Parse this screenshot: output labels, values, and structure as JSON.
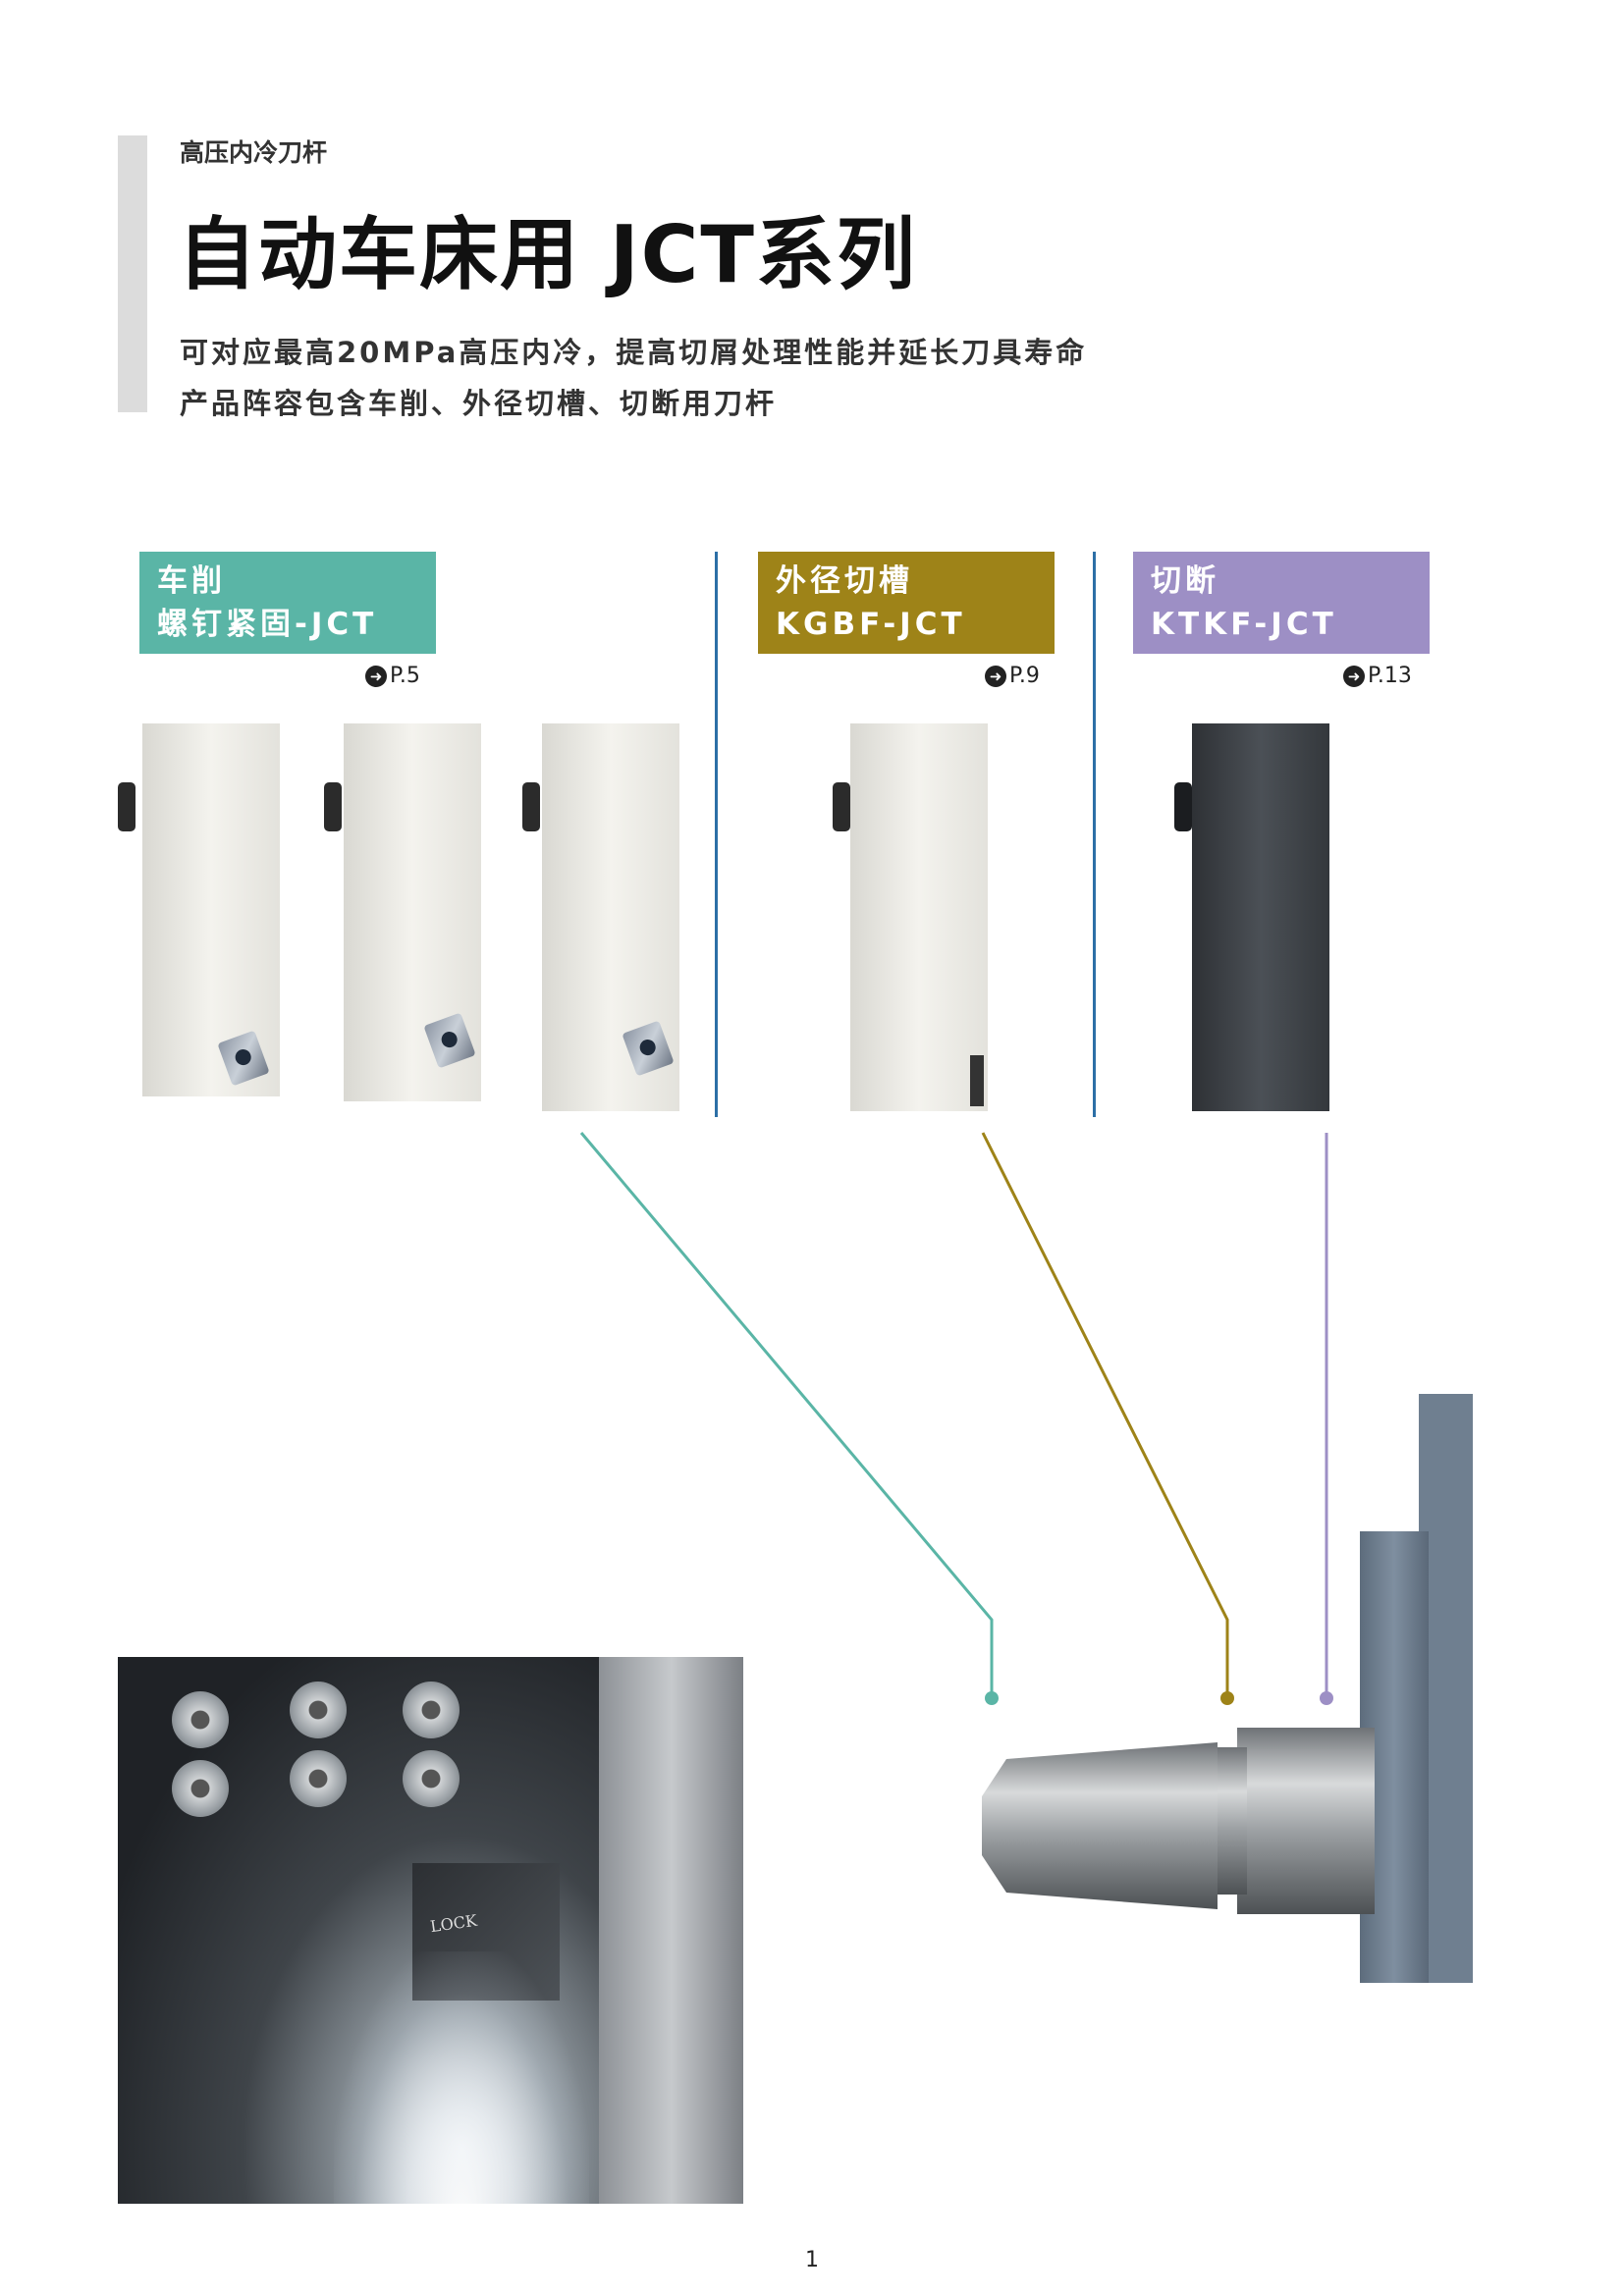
{
  "header": {
    "supertitle": "高压内冷刀杆",
    "title": "自动车床用 JCT系列",
    "subtitle_line1": "可对应最高20MPa高压内冷，提高切屑处理性能并延长刀具寿命",
    "subtitle_line2": "产品阵容包含车削、外径切槽、切断用刀杆"
  },
  "categories": [
    {
      "line1": "车削",
      "line2": "螺钉紧固-JCT",
      "page_ref": "P.5",
      "color": "#5ab5a6"
    },
    {
      "line1": "外径切槽",
      "line2": "KGBF-JCT",
      "page_ref": "P.9",
      "color": "#9e8318"
    },
    {
      "line1": "切断",
      "line2": "KTKF-JCT",
      "page_ref": "P.13",
      "color": "#9d8fc5"
    }
  ],
  "photo": {
    "insert_marking": "LOCK"
  },
  "colors": {
    "divider": "#2c6fa6",
    "accent_bar": "#dcdcdc"
  },
  "page_number": "1"
}
